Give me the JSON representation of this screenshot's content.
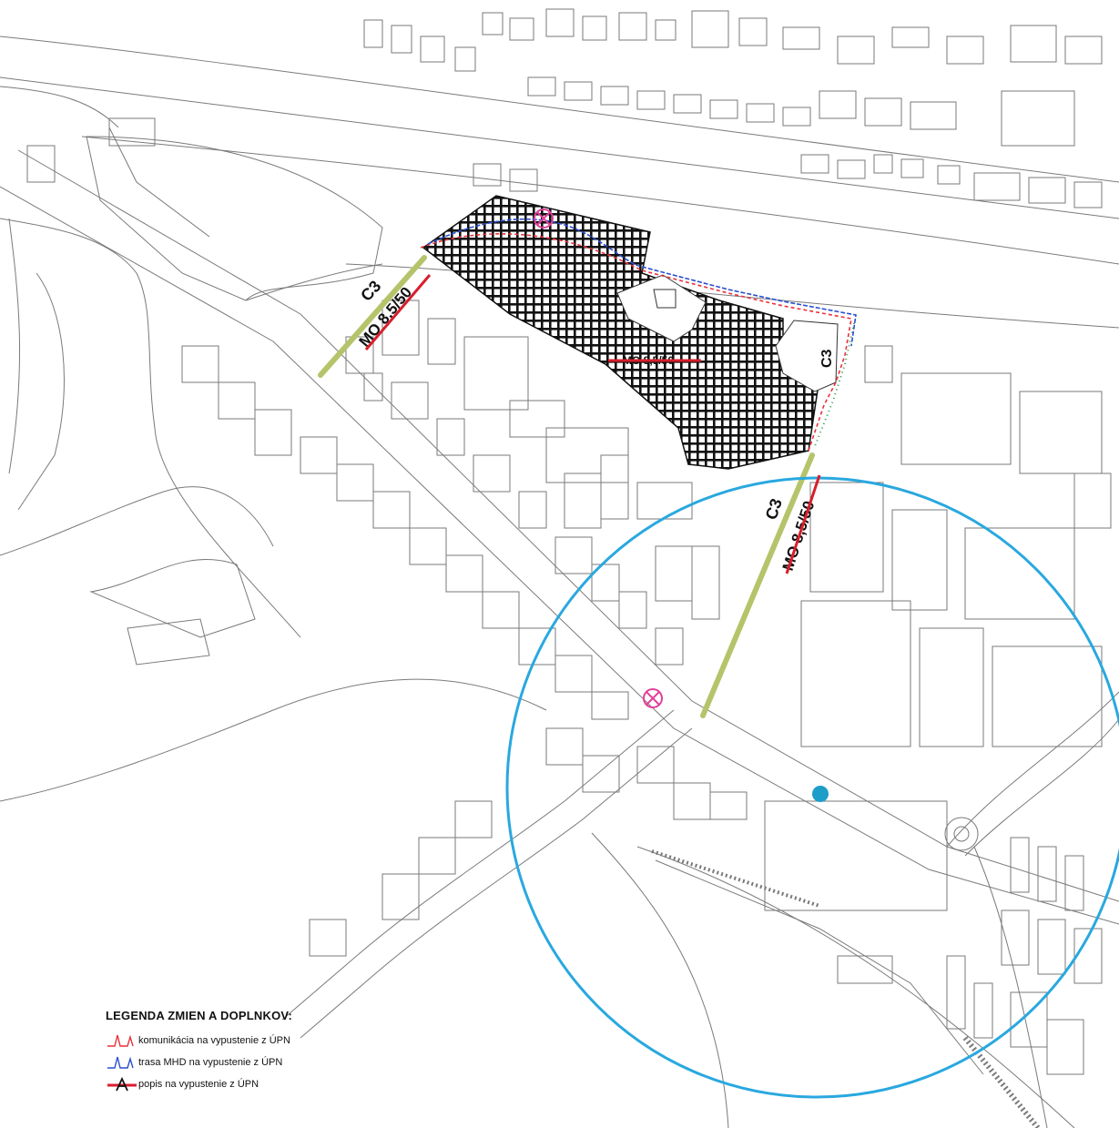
{
  "labels": {
    "c3_west": "C3",
    "mo_west": "MO 8,5/50",
    "mo_center": "MO 8,5/50",
    "c3_east_top": "C3",
    "c3_east": "C3",
    "mo_east": "MO 8,5/50"
  },
  "legend": {
    "title": "LEGENDA ZMIEN A DOPLNKOV:",
    "items": [
      {
        "label": "komunikácia na vypustenie z ÚPN",
        "icon": "red-road-line-icon",
        "color": "#e8323c"
      },
      {
        "label": "trasa MHD na vypustenie z ÚPN",
        "icon": "blue-transit-line-icon",
        "color": "#2a4fd0"
      },
      {
        "label": "popis na vypustenie z ÚPN",
        "icon": "red-strikethrough-label-icon",
        "color": "#d81e2c"
      }
    ]
  },
  "colors": {
    "base_lines": "#7a7a7a",
    "hatch": "#111111",
    "green_corridor": "#b5c46a",
    "influence_circle": "#29a8df",
    "poi_marker": "#e0409a"
  }
}
